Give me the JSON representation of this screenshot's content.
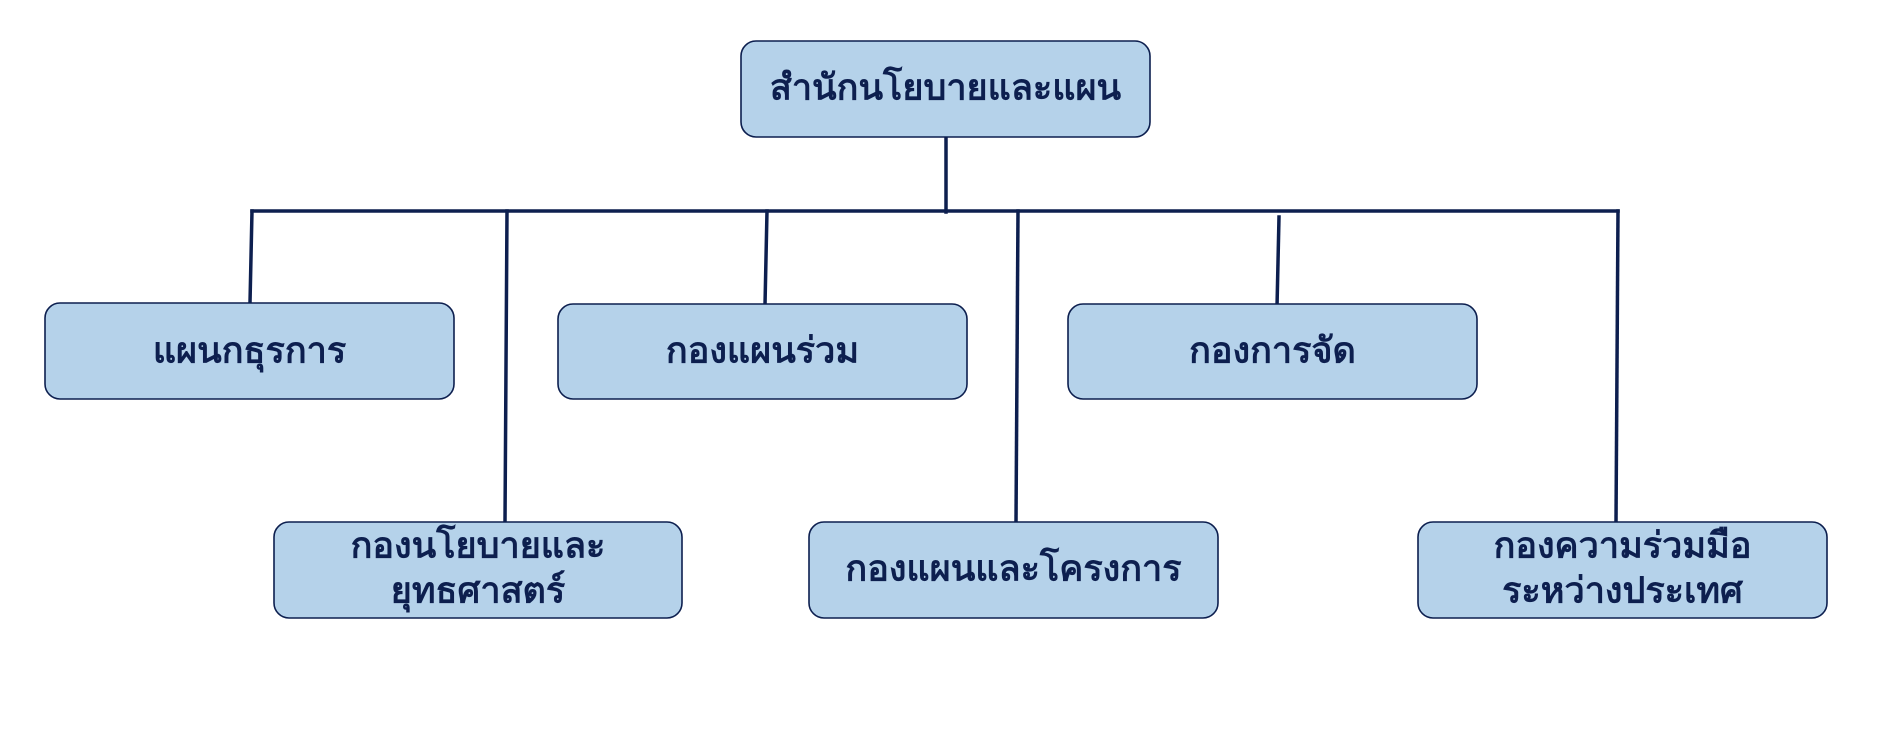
{
  "colors": {
    "box_fill": "#b5d2ea",
    "box_border": "#0d1f4f",
    "connector": "#0d1f4f",
    "text": "#0d1f4f",
    "background": "#ffffff"
  },
  "org": {
    "root": {
      "label": "สำนักนโยบายและแผน"
    },
    "units": [
      {
        "label_lines": [
          "แผนกธุรการ"
        ]
      },
      {
        "label_lines": [
          "กองนโยบายและ",
          "ยุทธศาสตร์"
        ]
      },
      {
        "label_lines": [
          "กองแผนร่วม"
        ]
      },
      {
        "label_lines": [
          "กองแผนและโครงการ"
        ]
      },
      {
        "label_lines": [
          "กองการจัด"
        ]
      },
      {
        "label_lines": [
          "กองความร่วมมือ",
          "ระหว่างประเทศ"
        ]
      }
    ]
  }
}
